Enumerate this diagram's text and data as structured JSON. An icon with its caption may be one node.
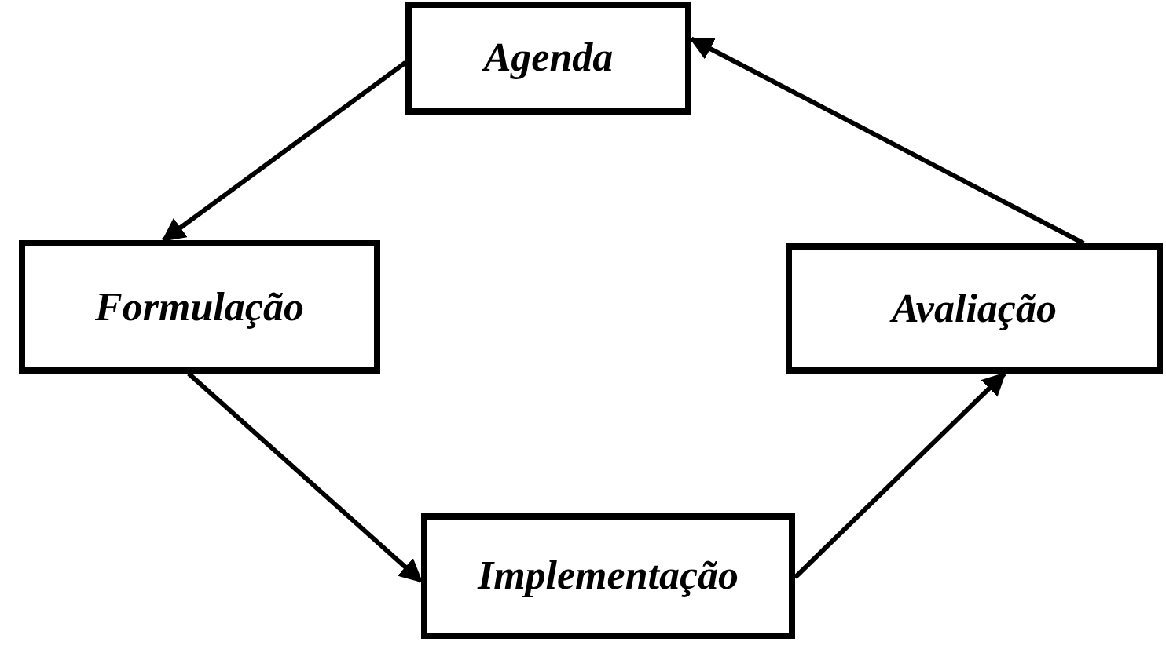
{
  "diagram": {
    "nodes": [
      {
        "text": [
          "Agenda"
        ]
      },
      {
        "text": [
          "Formulação"
        ]
      },
      {
        "text": [
          "Avaliação"
        ]
      },
      {
        "text": [
          "Implementação"
        ]
      }
    ],
    "edges": [
      {
        "from": 0,
        "to": 1,
        "arrow": "to"
      },
      {
        "from": 1,
        "to": 3,
        "arrow": "to"
      },
      {
        "from": 3,
        "to": 2,
        "arrow": "to"
      },
      {
        "from": 2,
        "to": 0,
        "arrow": "to"
      }
    ]
  }
}
